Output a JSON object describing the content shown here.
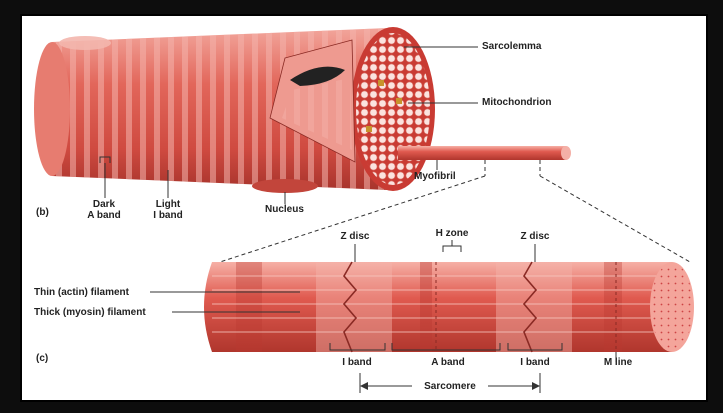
{
  "figure_b": {
    "panel_label": "(b)",
    "labels": {
      "sarcolemma": "Sarcolemma",
      "mitochondrion": "Mitochondrion",
      "myofibril": "Myofibril",
      "nucleus": "Nucleus",
      "dark_a_band_1": "Dark",
      "dark_a_band_2": "A band",
      "light_i_band_1": "Light",
      "light_i_band_2": "I band"
    }
  },
  "figure_c": {
    "panel_label": "(c)",
    "labels": {
      "z_disc_left": "Z disc",
      "h_zone": "H zone",
      "z_disc_right": "Z disc",
      "thin_filament": "Thin (actin) filament",
      "thick_filament": "Thick (myosin) filament",
      "i_band_left": "I band",
      "a_band": "A band",
      "i_band_right": "I band",
      "m_line": "M line",
      "sarcomere": "Sarcomere"
    }
  },
  "colors": {
    "muscle_red": "#d9534a",
    "muscle_light": "#ee8b80",
    "background": "#ffffff",
    "frame": "#0d0d0d"
  }
}
